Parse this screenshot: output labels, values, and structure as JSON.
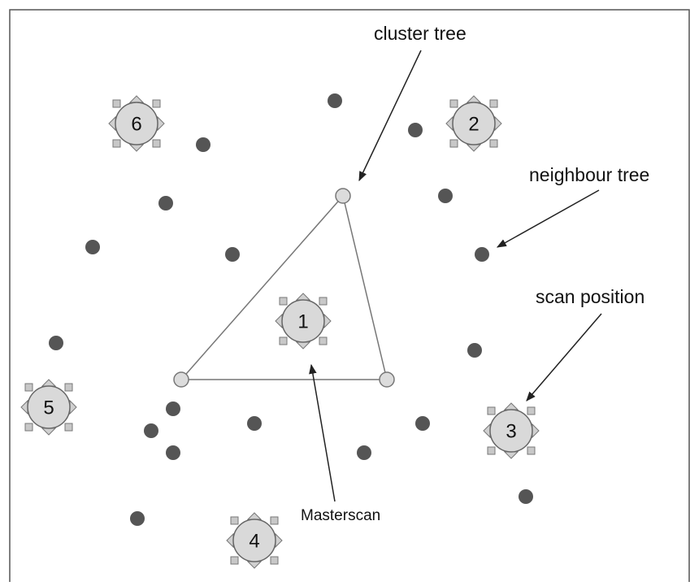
{
  "colors": {
    "border": "#555555",
    "neighbour_tree_fill": "#555555",
    "cluster_tree_fill": "#dcdcdc",
    "scan_fill": "#d9d9d9",
    "triangle_stroke": "#777777",
    "arrow": "#222222"
  },
  "labels": {
    "cluster_tree": "cluster tree",
    "neighbour_tree": "neighbour tree",
    "scan_position": "scan position",
    "masterscan": "Masterscan"
  },
  "scan_positions": [
    {
      "id": "scan-1",
      "label": "1"
    },
    {
      "id": "scan-2",
      "label": "2"
    },
    {
      "id": "scan-3",
      "label": "3"
    },
    {
      "id": "scan-4",
      "label": "4"
    },
    {
      "id": "scan-5",
      "label": "5"
    },
    {
      "id": "scan-6",
      "label": "6"
    }
  ]
}
